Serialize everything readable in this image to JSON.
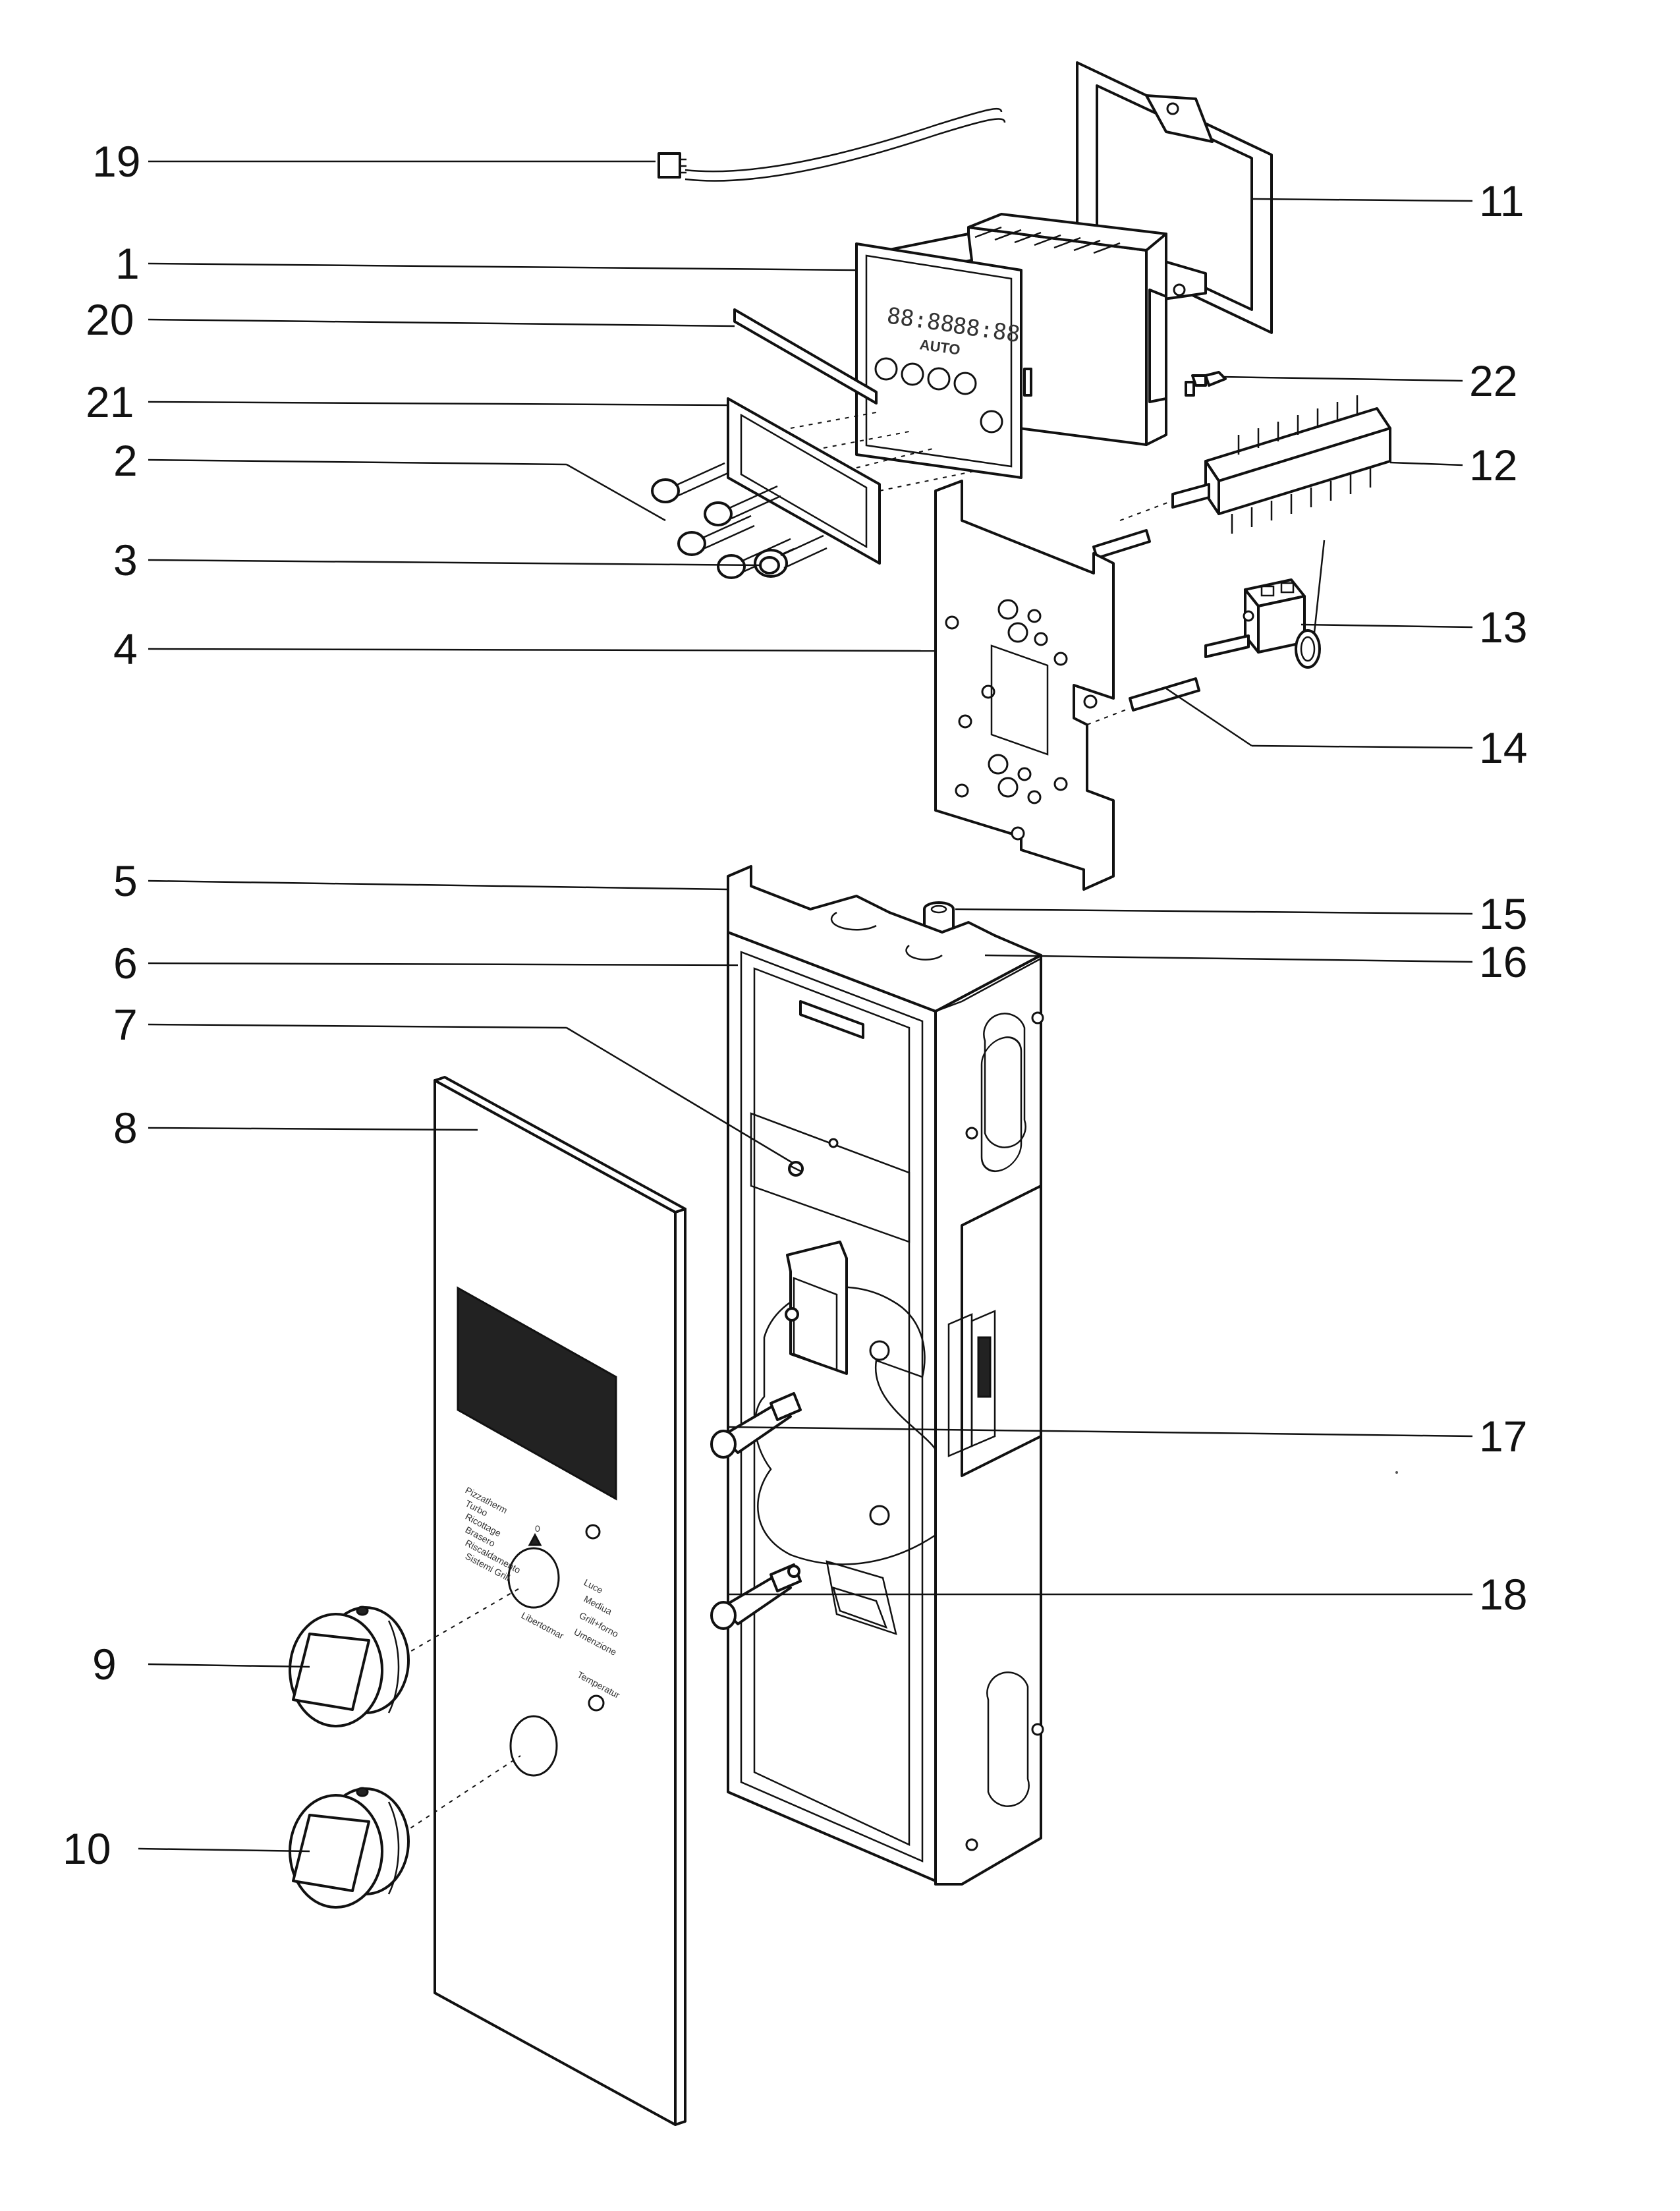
{
  "callouts": [
    {
      "id": "19",
      "text": "19"
    },
    {
      "id": "1",
      "text": "1"
    },
    {
      "id": "20",
      "text": "20"
    },
    {
      "id": "21",
      "text": "21"
    },
    {
      "id": "2",
      "text": "2"
    },
    {
      "id": "3",
      "text": "3"
    },
    {
      "id": "4",
      "text": "4"
    },
    {
      "id": "5",
      "text": "5"
    },
    {
      "id": "6",
      "text": "6"
    },
    {
      "id": "7",
      "text": "7"
    },
    {
      "id": "8",
      "text": "8"
    },
    {
      "id": "9",
      "text": "9"
    },
    {
      "id": "10",
      "text": "10"
    },
    {
      "id": "11",
      "text": "11"
    },
    {
      "id": "22",
      "text": "22"
    },
    {
      "id": "12",
      "text": "12"
    },
    {
      "id": "13",
      "text": "13"
    },
    {
      "id": "14",
      "text": "14"
    },
    {
      "id": "15",
      "text": "15"
    },
    {
      "id": "16",
      "text": "16"
    },
    {
      "id": "17",
      "text": "17"
    },
    {
      "id": "18",
      "text": "18"
    }
  ],
  "timer_display": {
    "digits_left": "88:88",
    "digits_right": "88:88",
    "auto_label": "AUTO"
  },
  "panel_print": {
    "function_labels": [
      "Pizzatherm",
      "Turbo",
      "Ricottage",
      "Brasero",
      "Riscaldamento",
      "Sistemi Grill",
      "Luce",
      "Mediua",
      "Grill+forno",
      "Umenzione",
      "Libertotmar"
    ],
    "zero_mark": "0",
    "temp_label": "Temperatur"
  }
}
